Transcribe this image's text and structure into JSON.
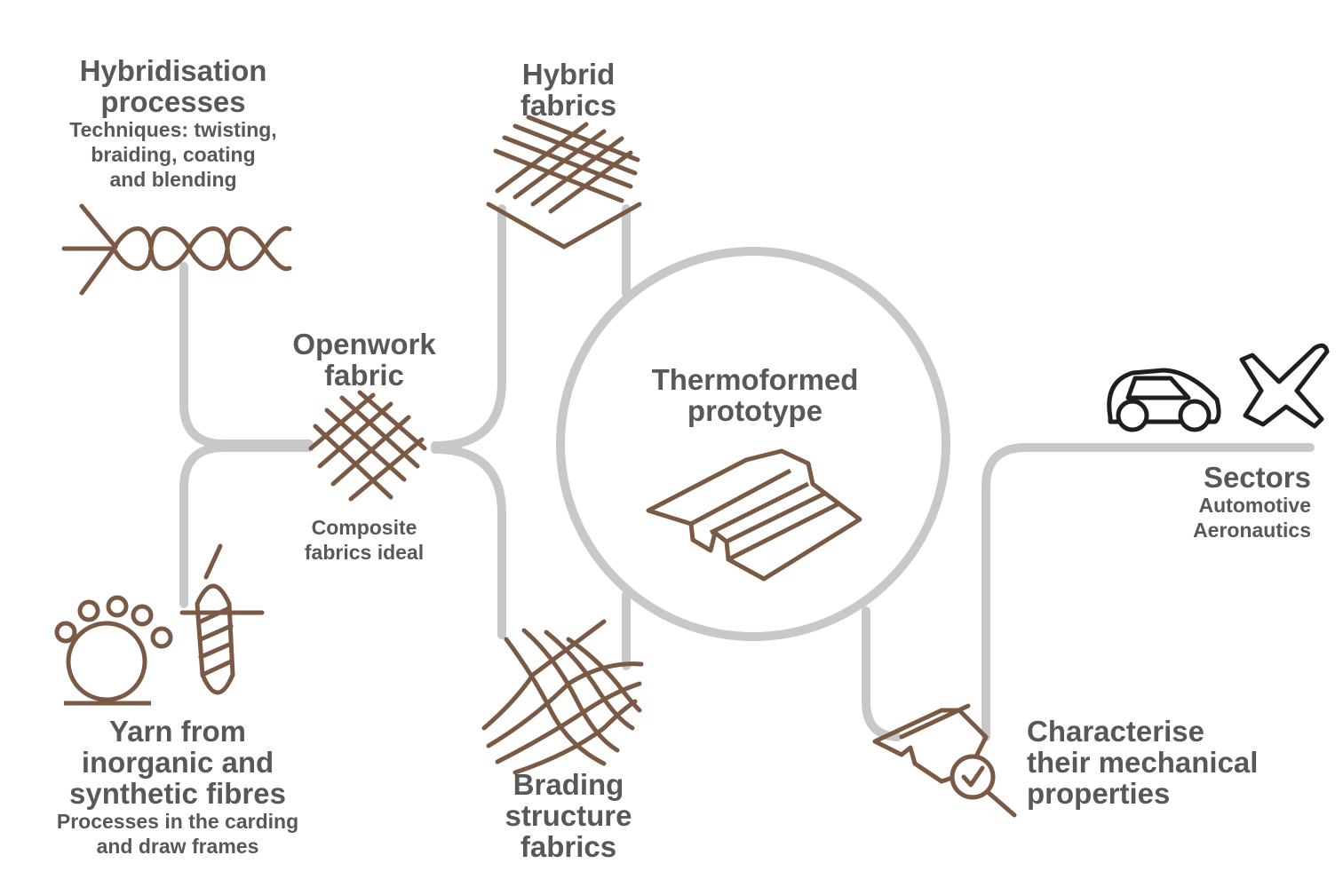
{
  "nodes": {
    "hybridisation": {
      "title": "Hybridisation\nprocesses",
      "subtitle": "Techniques: twisting,\nbraiding, coating\nand blending"
    },
    "hybrid_fabrics": {
      "title": "Hybrid\nfabrics"
    },
    "openwork": {
      "title": "Openwork\nfabric",
      "subtitle": "Composite\nfabrics ideal"
    },
    "thermoformed": {
      "title": "Thermoformed\nprototype"
    },
    "sectors": {
      "title": "Sectors",
      "subtitle": "Automotive\nAeronautics"
    },
    "yarn": {
      "title": "Yarn from\ninorganic and\nsynthetic fibres",
      "subtitle": "Processes in the carding\nand draw frames"
    },
    "brading": {
      "title": "Brading\nstructure\nfabrics"
    },
    "characterise": {
      "title": "Characterise\ntheir mechanical\nproperties"
    }
  },
  "colors": {
    "connector": "#c8c8c8",
    "icon": "#7a5a45",
    "text": "#58585a",
    "vehicle": "#1f1f1f"
  },
  "icons": [
    "twisted-yarn-icon",
    "woven-fabric-icon",
    "openwork-fabric-icon",
    "thermoformed-profile-icon",
    "car-icon",
    "airplane-icon",
    "spools-icon",
    "spindle-icon",
    "braided-mesh-icon",
    "inspection-magnifier-icon"
  ]
}
